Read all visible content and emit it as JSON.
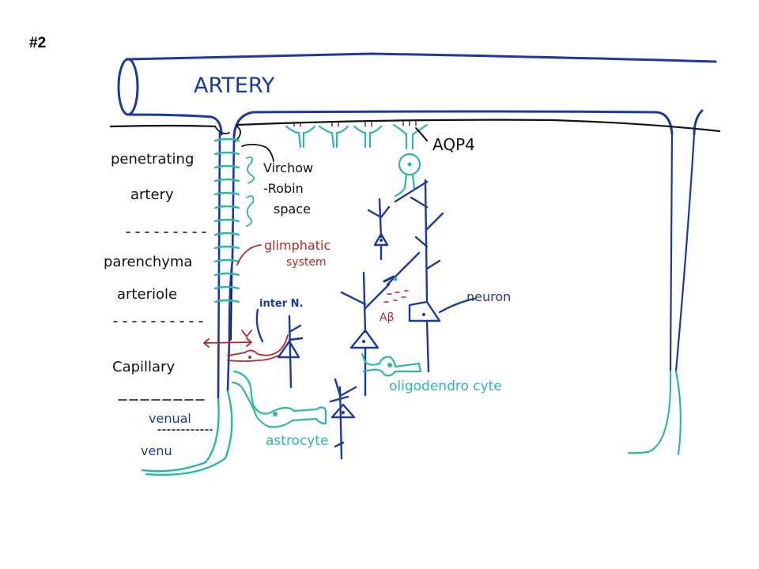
{
  "slide_number": "#2",
  "colors": {
    "artery": "#1b3aa0",
    "glia": "#2cb8a8",
    "glymph": "#b3262b",
    "ink": "#111111"
  },
  "labels": {
    "artery": "ARTERY",
    "aqp4": "AQP4",
    "virchow_1": "Virchow",
    "virchow_2": "-Robin",
    "virchow_3": "space",
    "glymphatic_1": "glimphatic",
    "glymphatic_2": "system",
    "inter_n": "inter N.",
    "neuron": "neuron",
    "abeta": "Aβ",
    "oligodendrocyte": "oligodendro cyte",
    "astrocyte": "astrocyte"
  },
  "levels": {
    "penetrating_1": "penetrating",
    "penetrating_2": "artery",
    "parenchyma_1": "parenchyma",
    "parenchyma_2": "arteriole",
    "capillary": "Capillary",
    "venual": "venual",
    "venu": "venu"
  }
}
